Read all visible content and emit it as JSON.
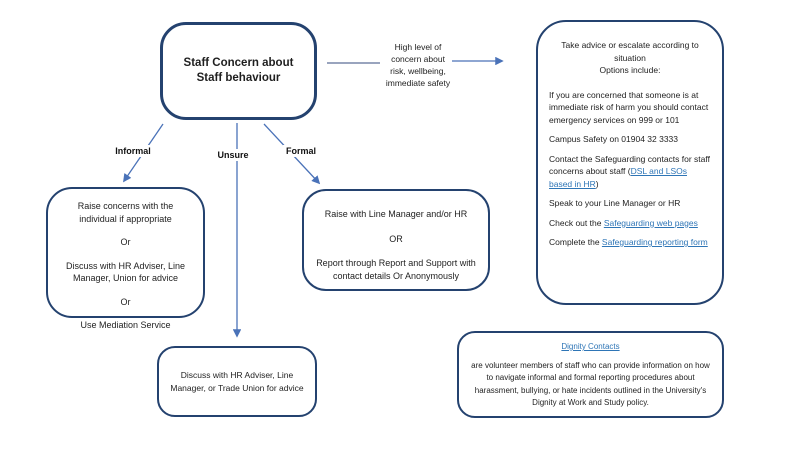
{
  "colors": {
    "box_border": "#24426f",
    "arrow": "#4a72b8",
    "link": "#2e75b6",
    "text": "#1f1f1f"
  },
  "main_box": {
    "title": "Staff Concern about Staff behaviour"
  },
  "connector": {
    "label": "High level of concern about risk, wellbeing, immediate safety"
  },
  "branches": [
    {
      "label": "Informal"
    },
    {
      "label": "Unsure"
    },
    {
      "label": "Formal"
    }
  ],
  "informal_box": {
    "lines": [
      "Raise concerns with the individual if appropriate",
      "Or",
      "Discuss with HR Adviser, Line Manager, Union for advice",
      "Or",
      "Use Mediation Service"
    ]
  },
  "formal_box": {
    "lines": [
      "Raise with Line Manager and/or HR",
      "OR",
      "Report through Report and Support with contact details Or Anonymously"
    ]
  },
  "unsure_box": {
    "text": "Discuss with HR Adviser, Line Manager, or Trade Union for advice"
  },
  "advice_box": {
    "heading": "Take advice or escalate according to situation",
    "subheading": "Options include:",
    "p_emergency": "If you are concerned that someone is at immediate risk of harm you should contact emergency services on 999 or 101",
    "p_campus_safety": "Campus Safety on 01904 32 3333",
    "p_safeguarding_pre": "Contact the Safeguarding contacts for staff concerns about staff (",
    "p_safeguarding_link": "DSL and LSOs based in HR",
    "p_safeguarding_post": ")",
    "p_line_manager": "Speak to your Line Manager or HR",
    "p_web_pre": "Check out the ",
    "p_web_link": "Safeguarding web pages",
    "p_form_pre": "Complete the ",
    "p_form_link": "Safeguarding reporting form"
  },
  "dignity_box": {
    "link": "Dignity Contacts",
    "description": "are volunteer members of staff who can provide information on how to navigate informal and formal reporting procedures about harassment, bullying, or hate incidents outlined in the University's Dignity at Work and Study policy."
  }
}
